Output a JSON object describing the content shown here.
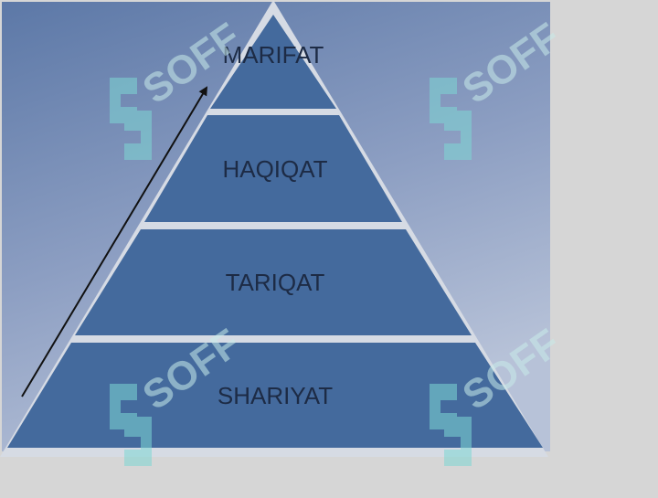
{
  "diagram": {
    "type": "pyramid",
    "levels": [
      {
        "id": "marifat",
        "label": "MARIFAT"
      },
      {
        "id": "haqiqat",
        "label": "HAQIQAT"
      },
      {
        "id": "tariqat",
        "label": "TARIQAT"
      },
      {
        "id": "shariyat",
        "label": "SHARIYAT"
      }
    ],
    "arrow_direction": "bottom-left to top",
    "watermark": {
      "text": "SOFF"
    }
  },
  "colors": {
    "page_background": "#d6d6d6",
    "panel_background_top": "#5f7aa8",
    "panel_background_bottom": "#b3bfd6",
    "pyramid_fill": "#446a9d",
    "separator": "#d6dbe4",
    "label_text": "#1d2b45",
    "arrow": "#111111",
    "watermark": "#7fd8d3"
  }
}
